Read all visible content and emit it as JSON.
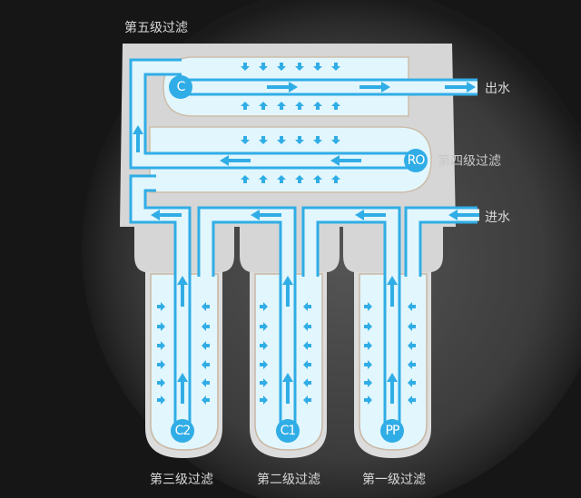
{
  "title": "第五级过滤",
  "labels": {
    "stage5": "第五级过滤",
    "stage4": "第四级过滤",
    "stage3": "第三级过滤",
    "stage2": "第二级过滤",
    "stage1": "第一级过滤",
    "water_out": "出水",
    "water_in": "进水"
  },
  "filters": {
    "c": "C",
    "ro": "RO",
    "c2": "C2",
    "c1": "C1",
    "pp": "PP"
  },
  "colors": {
    "pipe": "#30ade6",
    "water": "#e2f6fd",
    "housing": "#d6d6d6",
    "background": "#161616"
  }
}
